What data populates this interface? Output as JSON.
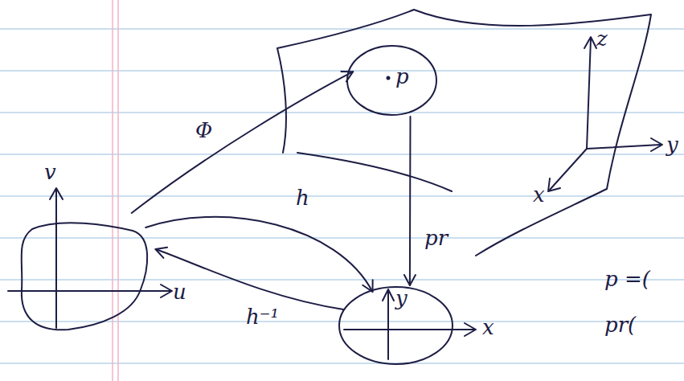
{
  "diagram": {
    "nodes": [
      {
        "text": [
          "v",
          "u"
        ]
      },
      {
        "text": [
          "p"
        ]
      },
      {
        "text": [
          "y",
          "x"
        ]
      }
    ],
    "edges": [
      {
        "from": 0,
        "to": 1,
        "label": "Φ",
        "arrow": "to"
      },
      {
        "from": 0,
        "to": 2,
        "label": "h",
        "arrow": "to"
      },
      {
        "from": 2,
        "to": 0,
        "label": "h⁻¹",
        "arrow": "to"
      },
      {
        "from": 1,
        "to": 2,
        "label": "pr",
        "arrow": "to"
      }
    ],
    "labels": [
      "z",
      "y",
      "x",
      "p =(",
      "pr("
    ]
  }
}
